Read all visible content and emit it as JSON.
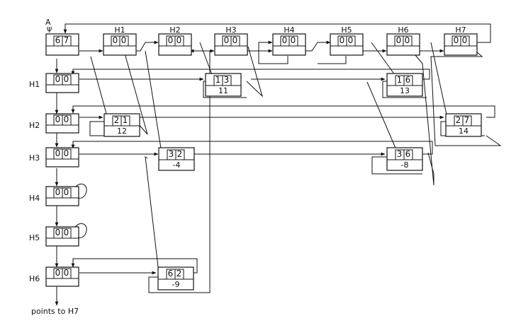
{
  "diagram": {
    "pointer_label": "A",
    "footer": "points to H7",
    "top_nodes": [
      {
        "id": "A",
        "header": "",
        "cells": [
          "6",
          "7"
        ]
      },
      {
        "id": "H1",
        "header": "H1",
        "cells": [
          "0",
          "0"
        ]
      },
      {
        "id": "H2",
        "header": "H2",
        "cells": [
          "0",
          "0"
        ]
      },
      {
        "id": "H3",
        "header": "H3",
        "cells": [
          "0",
          "0"
        ]
      },
      {
        "id": "H4",
        "header": "H4",
        "cells": [
          "0",
          "0"
        ]
      },
      {
        "id": "H5",
        "header": "H5",
        "cells": [
          "0",
          "0"
        ]
      },
      {
        "id": "H6",
        "header": "H6",
        "cells": [
          "0",
          "0"
        ]
      },
      {
        "id": "H7",
        "header": "H7",
        "cells": [
          "0",
          "0"
        ]
      }
    ],
    "row_nodes": [
      {
        "label": "H1",
        "cells": [
          "0",
          "0"
        ]
      },
      {
        "label": "H2",
        "cells": [
          "0",
          "0"
        ]
      },
      {
        "label": "H3",
        "cells": [
          "0",
          "0"
        ]
      },
      {
        "label": "H4",
        "cells": [
          "0",
          "0"
        ]
      },
      {
        "label": "H5",
        "cells": [
          "0",
          "0"
        ]
      },
      {
        "label": "H6",
        "cells": [
          "0",
          "0"
        ]
      }
    ],
    "elements": [
      {
        "id": "e13",
        "row": "1",
        "col": "3",
        "value": "11"
      },
      {
        "id": "e16",
        "row": "1",
        "col": "6",
        "value": "13"
      },
      {
        "id": "e21",
        "row": "2",
        "col": "1",
        "value": "12"
      },
      {
        "id": "e27",
        "row": "2",
        "col": "7",
        "value": "14"
      },
      {
        "id": "e32",
        "row": "3",
        "col": "2",
        "value": "-4"
      },
      {
        "id": "e36",
        "row": "3",
        "col": "6",
        "value": "-8"
      },
      {
        "id": "e62",
        "row": "6",
        "col": "2",
        "value": "-9"
      }
    ]
  }
}
